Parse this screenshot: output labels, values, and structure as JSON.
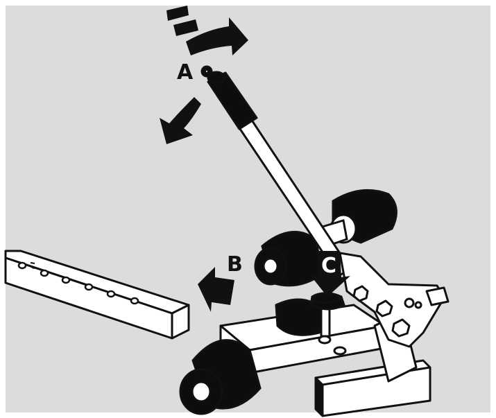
{
  "labels": {
    "a": "A",
    "b": "B",
    "c": "C"
  },
  "colors": {
    "background": "#dcdcdc",
    "frame": "#ffffff",
    "outline": "#111111",
    "metal": "#ffffff",
    "rubber": "#0d0d0d",
    "arrow": "#111111"
  },
  "icons": {
    "rotate_up": "rotate-clockwise-arrow-icon",
    "rotate_down": "rotate-counterclockwise-arrow-icon",
    "push": "push-left-arrow-icon",
    "press": "press-down-arrow-icon"
  }
}
